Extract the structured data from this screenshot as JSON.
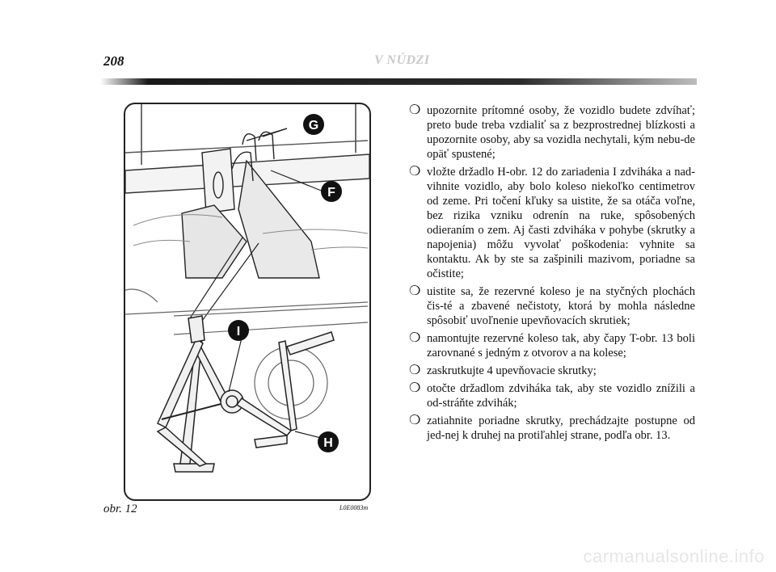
{
  "header": {
    "page_number": "208",
    "section_title": "V NÚDZI"
  },
  "figure": {
    "caption": "obr. 12",
    "code": "L0E0083m",
    "callouts": [
      "G",
      "F",
      "I",
      "H"
    ]
  },
  "bullet_icon": "circle-bullet-icon",
  "bullets": [
    "upozornite prítomné osoby, že vozidlo budete zdvíhať; preto bude treba vzdialiť sa z bezprostrednej blízkosti a upozornite osoby, aby sa vozidla nechytali, kým nebu-de opäť spustené;",
    "vložte držadlo H-obr. 12 do zariadenia I zdviháka a nad-vihnite vozidlo, aby bolo koleso niekoľko centimetrov od zeme. Pri točení kľuky sa uistite, že sa otáča voľne, bez rizika vzniku odrenín na ruke, spôsobených odieraním o zem. Aj časti zdviháka v pohybe (skrutky a napojenia) môžu vyvolať poškodenia: vyhnite sa kontaktu. Ak by ste sa zašpinili mazivom, poriadne sa očistite;",
    "uistite sa, že rezervné koleso je na styčných plochách čis-té a zbavené nečistoty, ktorá by mohla následne spôsobiť uvoľnenie upevňovacích skrutiek;",
    "namontujte rezervné koleso tak, aby čapy T-obr. 13 boli zarovnané s jedným z otvorov a na kolese;",
    "zaskrutkujte 4 upevňovacie skrutky;",
    "otočte držadlom zdviháka tak, aby ste vozidlo znížili a od-stráňte zdvihák;",
    "zatiahnite poriadne skrutky, prechádzajte postupne od jed-nej k druhej na protiľahlej strane, podľa obr. 13."
  ],
  "watermark": "carmanualsonline.info"
}
